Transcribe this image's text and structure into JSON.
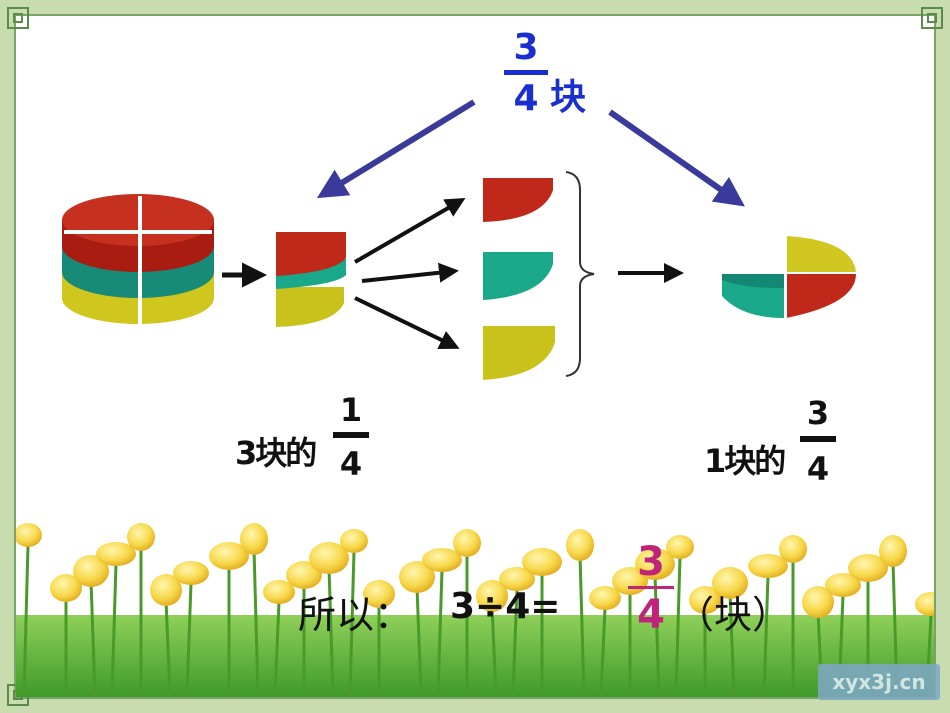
{
  "top_fraction": {
    "numerator": "3",
    "denominator": "4",
    "unit": "块"
  },
  "left_caption": {
    "prefix": "3块的",
    "numerator": "1",
    "denominator": "4"
  },
  "right_caption": {
    "prefix": "1块的",
    "numerator": "3",
    "denominator": "4"
  },
  "conclusion": {
    "prefix": "所以：",
    "expression": "3÷4=",
    "numerator": "3",
    "denominator": "4",
    "suffix": "（块）"
  },
  "watermark": "xyx3j.cn",
  "colors": {
    "red": "#c0281a",
    "teal": "#1aa88a",
    "yellow": "#c8c21a",
    "arrow_blue": "#3a3a9a",
    "fraction_blue": "#1a2fd0",
    "accent_pink": "#c0247a"
  }
}
